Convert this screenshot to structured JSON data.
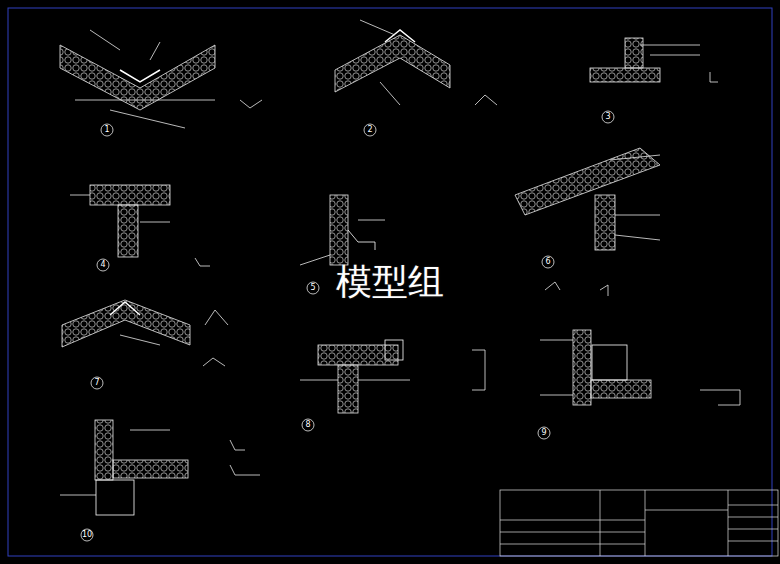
{
  "diagram": {
    "labels": [
      "模型组",
      "1",
      "2",
      "3",
      "4",
      "5",
      "6",
      "7",
      "8",
      "9",
      "10"
    ]
  }
}
